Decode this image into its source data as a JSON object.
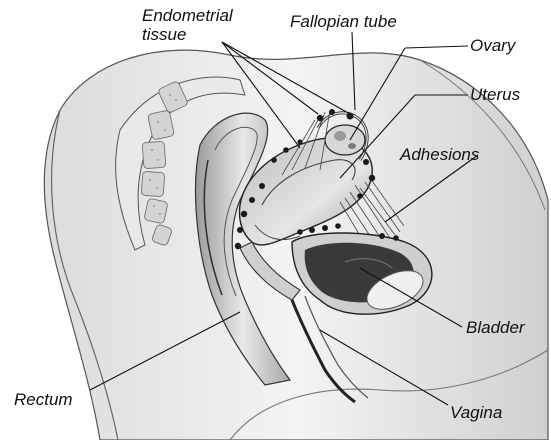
{
  "labels": {
    "endometrial_line1": "Endometrial",
    "endometrial_line2": "tissue",
    "fallopian_tube": "Fallopian tube",
    "ovary": "Ovary",
    "uterus": "Uterus",
    "adhesions": "Adhesions",
    "bladder": "Bladder",
    "rectum": "Rectum",
    "vagina": "Vagina"
  },
  "colors": {
    "ink": "#111111",
    "tissue_light": "#f2f2f2",
    "tissue_mid": "#cfcfcf",
    "tissue_dark": "#8a8a8a",
    "cavity": "#3a3a3a",
    "implant": "#1a1a1a"
  }
}
